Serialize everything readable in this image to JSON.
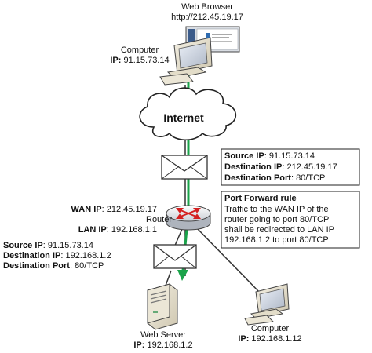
{
  "browser": {
    "title": "Web Browser",
    "url": "http://212.45.19.17"
  },
  "computer_top": {
    "name": "Computer",
    "ip_label": "IP:",
    "ip_value": " 91.15.73.14"
  },
  "internet": {
    "label": "Internet"
  },
  "packet_top": {
    "source_label": "Source IP",
    "source_value": ": 91.15.73.14",
    "dest_label": "Destination IP",
    "dest_value": ": 212.45.19.17",
    "port_label": "Destination Port",
    "port_value": ": 80/TCP"
  },
  "router": {
    "wan_label": "WAN IP",
    "wan_value": ": 212.45.19.17",
    "name": "Router",
    "lan_label": "LAN IP",
    "lan_value": ": 192.168.1.1"
  },
  "port_forward": {
    "title": "Port Forward rule",
    "lines": [
      "Traffic to the WAN IP of the",
      "router going to port 80/TCP",
      "shall be redirected to LAN IP",
      "192.168.1.2 to port 80/TCP"
    ]
  },
  "packet_bottom": {
    "source_label": "Source IP",
    "source_value": ": 91.15.73.14",
    "dest_label": "Destination IP",
    "dest_value": ": 192.168.1.2",
    "port_label": "Destination Port",
    "port_value": ": 80/TCP"
  },
  "web_server": {
    "name": "Web Server",
    "ip_label": "IP:",
    "ip_value": " 192.168.1.2"
  },
  "computer_bottom": {
    "name": "Computer",
    "ip_label": "IP:",
    "ip_value": " 192.168.1.12"
  },
  "colors": {
    "flow": "#1aa34a",
    "link": "#333333",
    "router_arrows": "#d42020"
  }
}
